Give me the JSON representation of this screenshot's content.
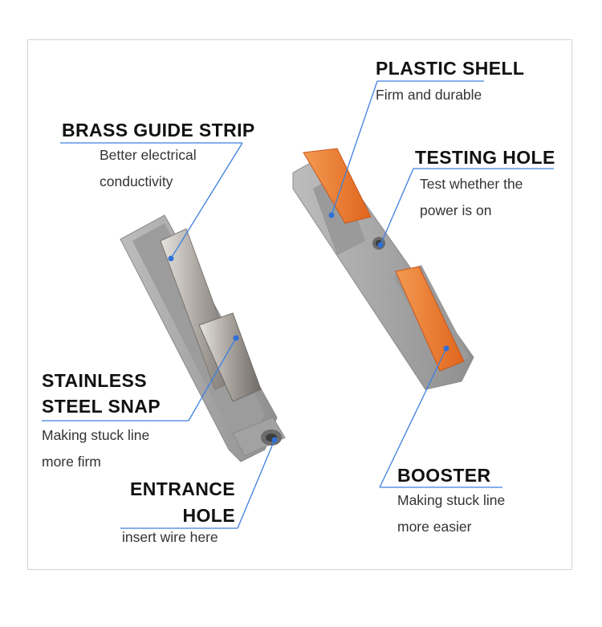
{
  "callouts": {
    "plastic_shell": {
      "title": "PLASTIC SHELL",
      "desc": [
        "Firm and durable"
      ]
    },
    "brass_guide_strip": {
      "title": "BRASS GUIDE STRIP",
      "desc": [
        "Better electrical",
        "conductivity"
      ]
    },
    "testing_hole": {
      "title": "TESTING HOLE",
      "desc": [
        "Test whether the",
        "power is on"
      ]
    },
    "stainless_steel_snap": {
      "title": [
        "STAINLESS",
        "STEEL SNAP"
      ],
      "desc": [
        "Making stuck line",
        "more firm"
      ]
    },
    "entrance_hole": {
      "title": [
        "ENTRANCE",
        "HOLE"
      ],
      "desc": [
        "insert wire here"
      ]
    },
    "booster": {
      "title": "BOOSTER",
      "desc": [
        "Making stuck line",
        "more easier"
      ]
    }
  },
  "colors": {
    "leader_line": "#3d7fe0",
    "leader_dot": "#2f6fd8",
    "shell_gray": "#a9a9a9",
    "lever_orange": "#ef7a2e",
    "metal": "#b8b3ae"
  }
}
